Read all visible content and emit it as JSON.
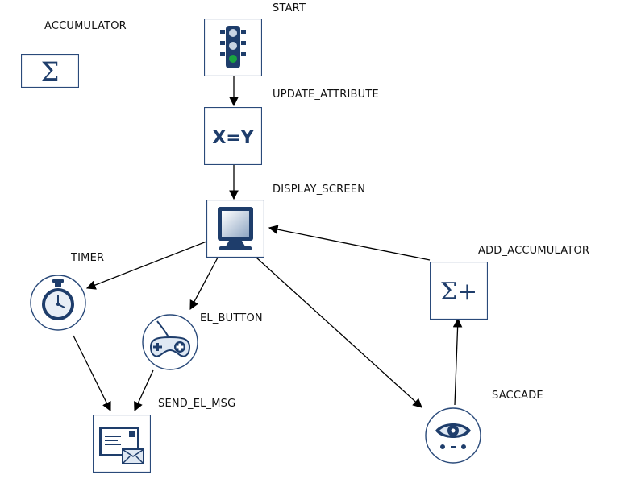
{
  "diagram": {
    "nodes": [
      {
        "id": "accumulator",
        "label": "ACCUMULATOR",
        "icon": "sigma-icon"
      },
      {
        "id": "start",
        "label": "START",
        "icon": "traffic-light-icon"
      },
      {
        "id": "update_attribute",
        "label": "UPDATE_ATTRIBUTE",
        "icon": "x-equals-y-icon"
      },
      {
        "id": "display_screen",
        "label": "DISPLAY_SCREEN",
        "icon": "monitor-icon"
      },
      {
        "id": "timer",
        "label": "TIMER",
        "icon": "stopwatch-icon"
      },
      {
        "id": "el_button",
        "label": "EL_BUTTON",
        "icon": "gamepad-icon"
      },
      {
        "id": "send_el_msg",
        "label": "SEND_EL_MSG",
        "icon": "envelope-icon"
      },
      {
        "id": "add_accumulator",
        "label": "ADD_ACCUMULATOR",
        "icon": "sigma-plus-icon"
      },
      {
        "id": "saccade",
        "label": "SACCADE",
        "icon": "eye-icon"
      }
    ],
    "edges": [
      {
        "from": "start",
        "to": "update_attribute"
      },
      {
        "from": "update_attribute",
        "to": "display_screen"
      },
      {
        "from": "display_screen",
        "to": "timer"
      },
      {
        "from": "display_screen",
        "to": "el_button"
      },
      {
        "from": "display_screen",
        "to": "saccade"
      },
      {
        "from": "timer",
        "to": "send_el_msg"
      },
      {
        "from": "el_button",
        "to": "send_el_msg"
      },
      {
        "from": "saccade",
        "to": "add_accumulator"
      },
      {
        "from": "add_accumulator",
        "to": "display_screen"
      }
    ],
    "icon_text": {
      "x_equals_y": "X=Y",
      "sigma": "Σ",
      "sigma_plus": "Σ+"
    }
  },
  "colors": {
    "node_border": "#2a4a7a",
    "icon_dark": "#1e3d6b",
    "icon_light": "#dfe8f3"
  }
}
